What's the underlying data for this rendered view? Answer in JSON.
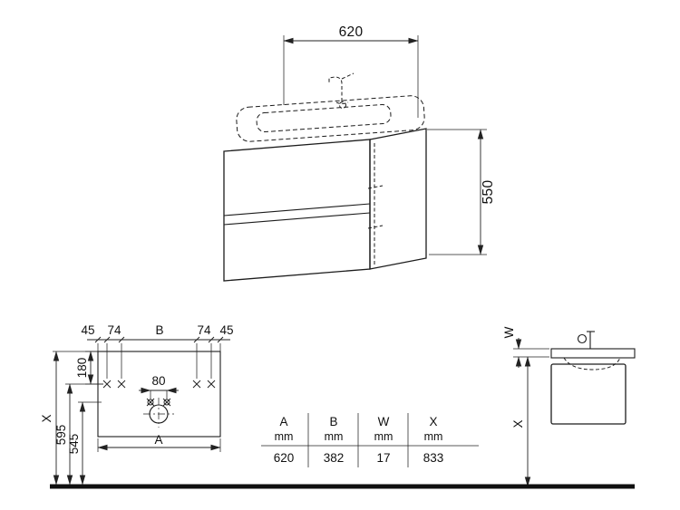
{
  "perspective_view": {
    "width_dim": "620",
    "height_dim": "550"
  },
  "front_view": {
    "top_dims": [
      "45",
      "74",
      "B",
      "74",
      "45"
    ],
    "dim_180": "180",
    "dim_80": "80",
    "dim_x": "X",
    "dim_595": "595",
    "dim_545": "545",
    "dim_a": "A"
  },
  "side_view": {
    "dim_w": "W",
    "dim_x": "X"
  },
  "table": {
    "columns": [
      {
        "letter": "A",
        "unit": "mm",
        "value": "620"
      },
      {
        "letter": "B",
        "unit": "mm",
        "value": "382"
      },
      {
        "letter": "W",
        "unit": "mm",
        "value": "17"
      },
      {
        "letter": "X",
        "unit": "mm",
        "value": "833"
      }
    ]
  }
}
